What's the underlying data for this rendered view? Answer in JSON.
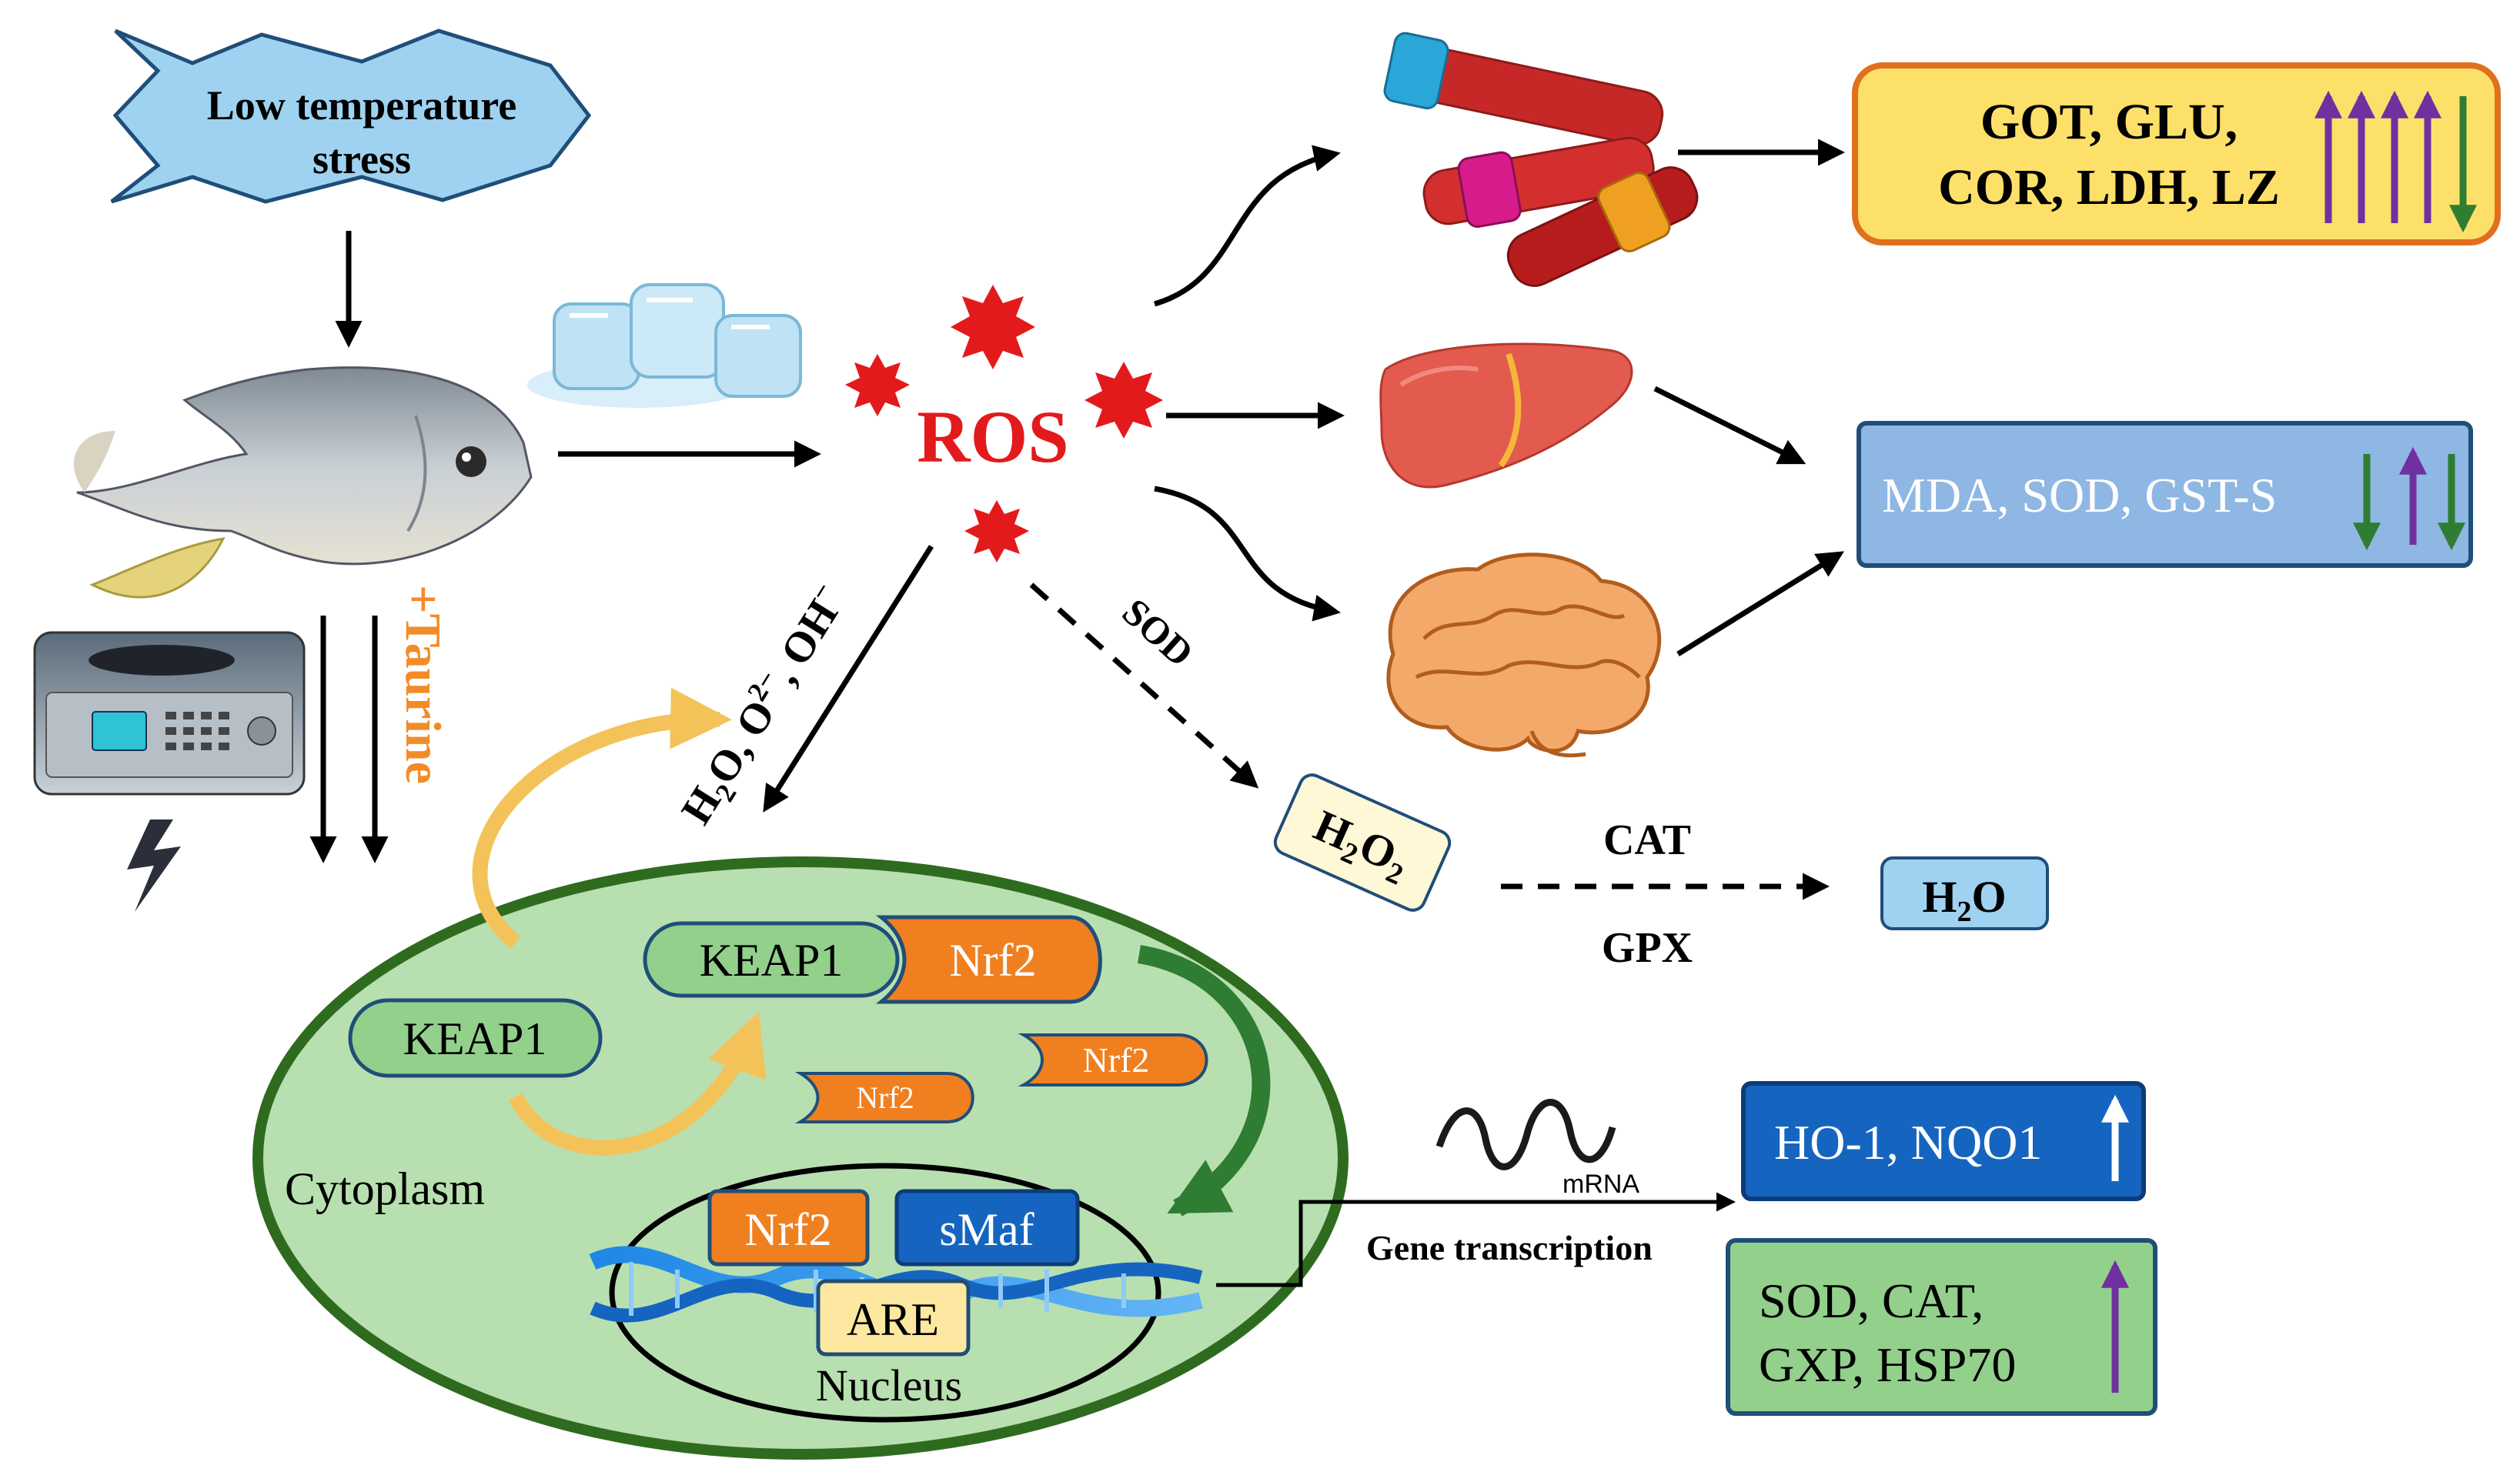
{
  "stress": {
    "line1": "Low temperature",
    "line2": "stress"
  },
  "taurine": "+Taurine",
  "ros": "ROS",
  "ros_products": {
    "prefix": "H",
    "sub2": "2",
    "mid": "O, O",
    "sup": "2−",
    "tail": ", OH",
    "sup2": "−"
  },
  "sod_arrow": "SOD",
  "h2o2": {
    "h": "H",
    "s1": "2",
    "o": "O",
    "s2": "2"
  },
  "cat": "CAT",
  "gpx": "GPX",
  "h2o": {
    "h": "H",
    "s": "2",
    "o": "O"
  },
  "blood_box": {
    "line1": "GOT, GLU,",
    "line2": "COR, LDH, LZ"
  },
  "tissue_box": {
    "text": "MDA, SOD, GST-S"
  },
  "keap_nrf": {
    "keap1_top": "KEAP1",
    "nrf2_top": "Nrf2",
    "keap1_left": "KEAP1",
    "nrf2_small_a": "Nrf2",
    "nrf2_small_b": "Nrf2"
  },
  "cytoplasm": "Cytoplasm",
  "nucleus": {
    "nrf2": "Nrf2",
    "smaf": "sMaf",
    "are": "ARE",
    "label": "Nucleus"
  },
  "mrna": "mRNA",
  "gene_transcription": "Gene transcription",
  "ho_box": {
    "text": "HO-1, NQO1"
  },
  "sod_box": {
    "line1": "SOD, CAT,",
    "line2": "GXP, HSP70"
  },
  "colors": {
    "up_arrow": "#7030a0",
    "down_arrow": "#2e7d32",
    "ros_red": "#e31a1c",
    "taurine_orange": "#f28c28",
    "cell_green": "#b8dfb0",
    "cell_border": "#2f6b1f",
    "nrf2_orange": "#f07f1f",
    "keap1_green": "#92d08c"
  }
}
